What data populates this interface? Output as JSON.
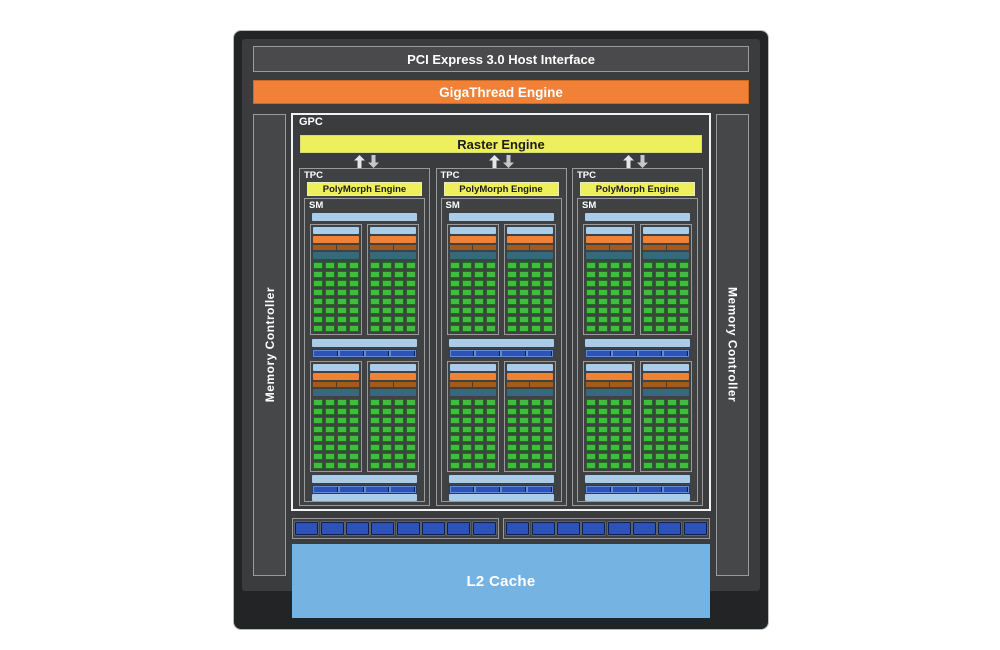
{
  "labels": {
    "pci": "PCI Express 3.0 Host Interface",
    "gigathread": "GigaThread Engine",
    "gpc": "GPC",
    "raster": "Raster Engine",
    "tpc": "TPC",
    "polymorph": "PolyMorph Engine",
    "sm": "SM",
    "memory_controller": "Memory Controller",
    "l2": "L2 Cache"
  },
  "structure": {
    "tpc_count": 3,
    "sm_per_tpc": 1,
    "sections_per_sm": 2,
    "subblocks_per_section": 2,
    "core_grid": {
      "cols": 4,
      "rows": 8
    },
    "cores_per_subblock": 32,
    "regfile_segments": 2,
    "lsu_segments_per_row": 4,
    "crossbar_groups": 2,
    "crossbar_slots_per_group": 8,
    "arrow_pairs": 3
  },
  "colors": {
    "chip_dark": "#222426",
    "panel": "#3a3c3e",
    "box_fill": "#4a4a4c",
    "box_border": "#9a9a9a",
    "orange": "#f08136",
    "yellow": "#edf05c",
    "light_blue": "#a9cce9",
    "teal": "#34697e",
    "dark_orange": "#a45a1c",
    "core_green": "#3fbe3d",
    "core_border": "#1e6e1e",
    "royal_blue": "#2d53b8",
    "royal_border": "#0d1f4a",
    "mid_blue": "#5f8fd0",
    "l2_blue": "#74b3e2",
    "text_light": "#ffffff",
    "text_dark": "#1c1c1c",
    "arrow_gray": "#d9d9d9"
  }
}
